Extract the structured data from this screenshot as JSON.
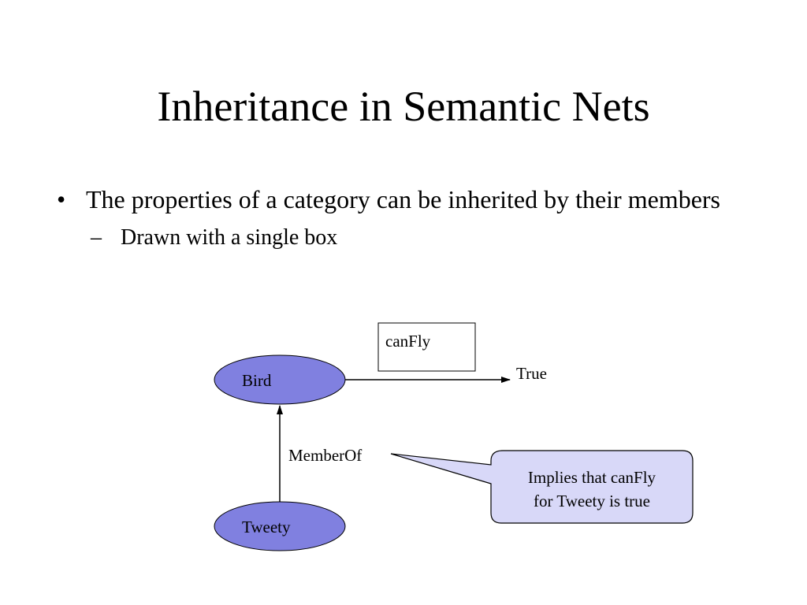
{
  "slide": {
    "title": "Inheritance in Semantic Nets",
    "bullets": [
      {
        "marker": "•",
        "text": "The properties of a category can be inherited by their members",
        "sub": [
          {
            "marker": "–",
            "text": "Drawn with a single box"
          }
        ]
      }
    ]
  },
  "diagram": {
    "nodes": {
      "bird": "Bird",
      "tweety": "Tweety"
    },
    "property_box": "canFly",
    "value": "True",
    "edge_label": "MemberOf",
    "callout": {
      "line1": "Implies that canFly",
      "line2": "for Tweety is true"
    },
    "colors": {
      "node_fill": "#8080e0",
      "callout_fill": "#d8d8f8",
      "stroke": "#000000"
    }
  }
}
